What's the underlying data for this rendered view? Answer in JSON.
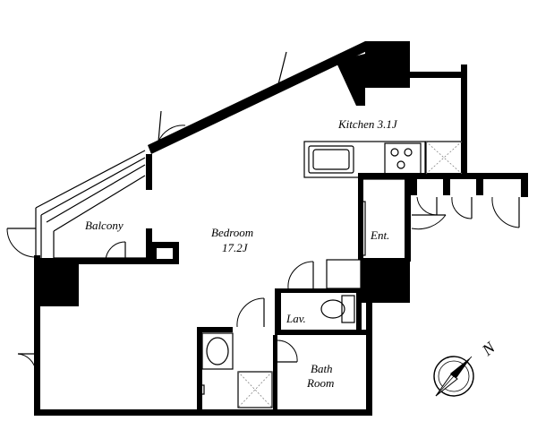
{
  "rooms": {
    "kitchen": "Kitchen 3.1J",
    "balcony": "Balcony",
    "bedroom_name": "Bedroom",
    "bedroom_size": "17.2J",
    "entrance": "Ent.",
    "lavatory": "Lav.",
    "bath_line1": "Bath",
    "bath_line2": "Room"
  },
  "compass": {
    "north_label": "N",
    "icon": "compass-rose-icon"
  }
}
